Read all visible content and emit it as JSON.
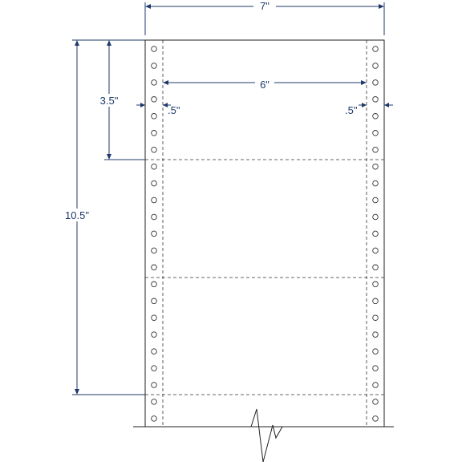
{
  "dimensions": {
    "overall_width": "7\"",
    "label_width": "6\"",
    "left_margin": ".5\"",
    "right_margin": ".5\"",
    "label_height": "3.5\"",
    "total_height": "10.5\""
  },
  "colors": {
    "dimension": "#1f3a6b",
    "outline": "#222222"
  },
  "icons": {
    "tractor_hole": "circle",
    "break_mark": "zigzag"
  }
}
